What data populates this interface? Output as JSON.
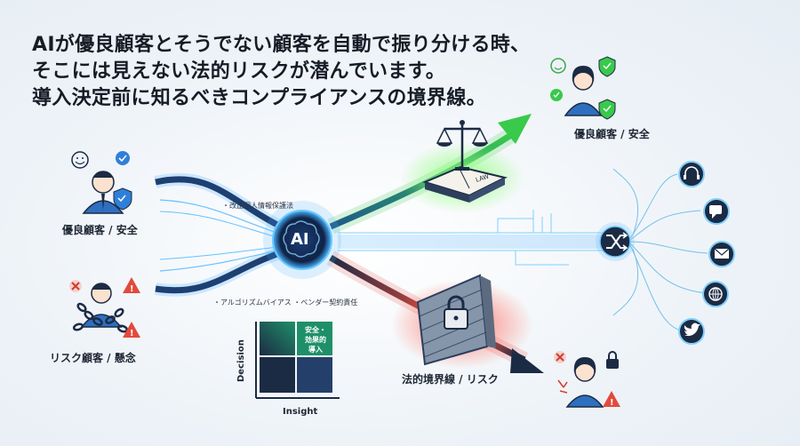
{
  "headline": {
    "line1": "AIが優良顧客とそうでない顧客を自動で振り分ける時、",
    "line2": "そこには見えない法的リスクが潜んでいます。",
    "line3": "導入決定前に知るべきコンプライアンスの境界線。"
  },
  "personas": {
    "good_left_label": "優良顧客 / 安全",
    "risk_left_label": "リスク顧客 / 懸念",
    "good_right_label": "優良顧客 / 安全"
  },
  "hub": {
    "label": "AI"
  },
  "annotations": {
    "privacy_law": "・改正個人情報保護法",
    "bias_and_vendor": "・アルゴリズムバイアス ・ベンダー契約責任"
  },
  "law_book": {
    "cover_text": "LAW"
  },
  "firewall": {
    "label": "法的境界線 / リスク"
  },
  "matrix": {
    "ylabel": "Decision",
    "xlabel": "Insight",
    "top_right_text": "安全・\n効果的\n導入"
  },
  "channels": [
    "headset-icon",
    "chat-icon",
    "mail-icon",
    "globe-icon",
    "twitter-icon"
  ],
  "colors": {
    "flow_blue": "#1e90ff",
    "safe_green": "#39c94b",
    "risk_red": "#e24a3b",
    "dark_navy": "#1c2b44"
  }
}
